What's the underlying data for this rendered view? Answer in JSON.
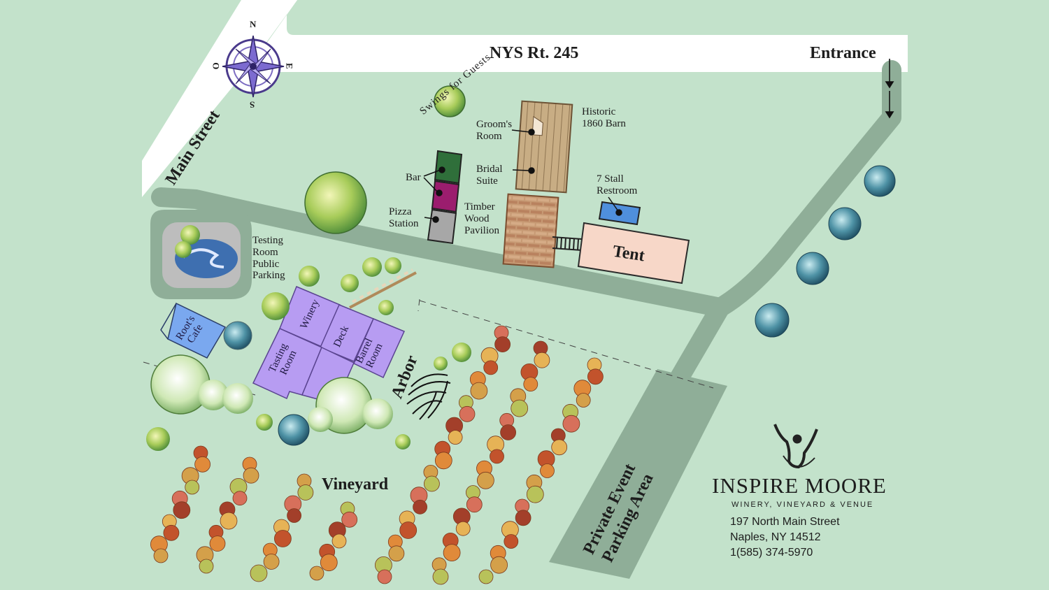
{
  "roads": {
    "highway": "NYS Rt. 245",
    "entrance": "Entrance",
    "main_street": "Main Street"
  },
  "compass": {
    "north": "N",
    "south": "S",
    "east": "E",
    "west": "O"
  },
  "labels": {
    "swings": "Swings for Guests",
    "grooms_room": [
      "Groom's",
      "Room"
    ],
    "historic_barn": [
      "Historic",
      "1860 Barn"
    ],
    "bridal_suite": [
      "Bridal",
      "Suite"
    ],
    "bar": "Bar",
    "restroom": [
      "7 Stall",
      "Restroom"
    ],
    "pizza_station": [
      "Pizza",
      "Station"
    ],
    "timber_pavilion": [
      "Timber",
      "Wood",
      "Pavilion"
    ],
    "tent": "Tent",
    "testing_parking": [
      "Testing",
      "Room",
      "Public",
      "Parking"
    ],
    "winery": "Winery",
    "deck": "Deck",
    "barrel_room": [
      "Barrel",
      "Room"
    ],
    "tasting_room": [
      "Tasting",
      "Room"
    ],
    "roots_cafe": [
      "Root's",
      "Cafe"
    ],
    "arbor": "Arbor",
    "vineyard": "Vineyard",
    "private_parking": [
      "Private Event",
      "Parking Area"
    ]
  },
  "brand": {
    "name": "INSPIRE MOORE",
    "tagline": "WINERY, VINEYARD & VENUE",
    "address_line1": "197 North Main Street",
    "address_line2": "Naples, NY 14512",
    "phone": "1(585) 374-5970"
  },
  "colors": {
    "background": "#c3e2cb",
    "road": "#ffffff",
    "driveway": "#8fae98",
    "building": "#b79cf2",
    "cafe": "#7aa8ef",
    "tent": "#f7d7c8",
    "bar_green": "#2f6f3a",
    "bar_magenta": "#9b1d6e",
    "pizza_gray": "#a7a7a7"
  }
}
